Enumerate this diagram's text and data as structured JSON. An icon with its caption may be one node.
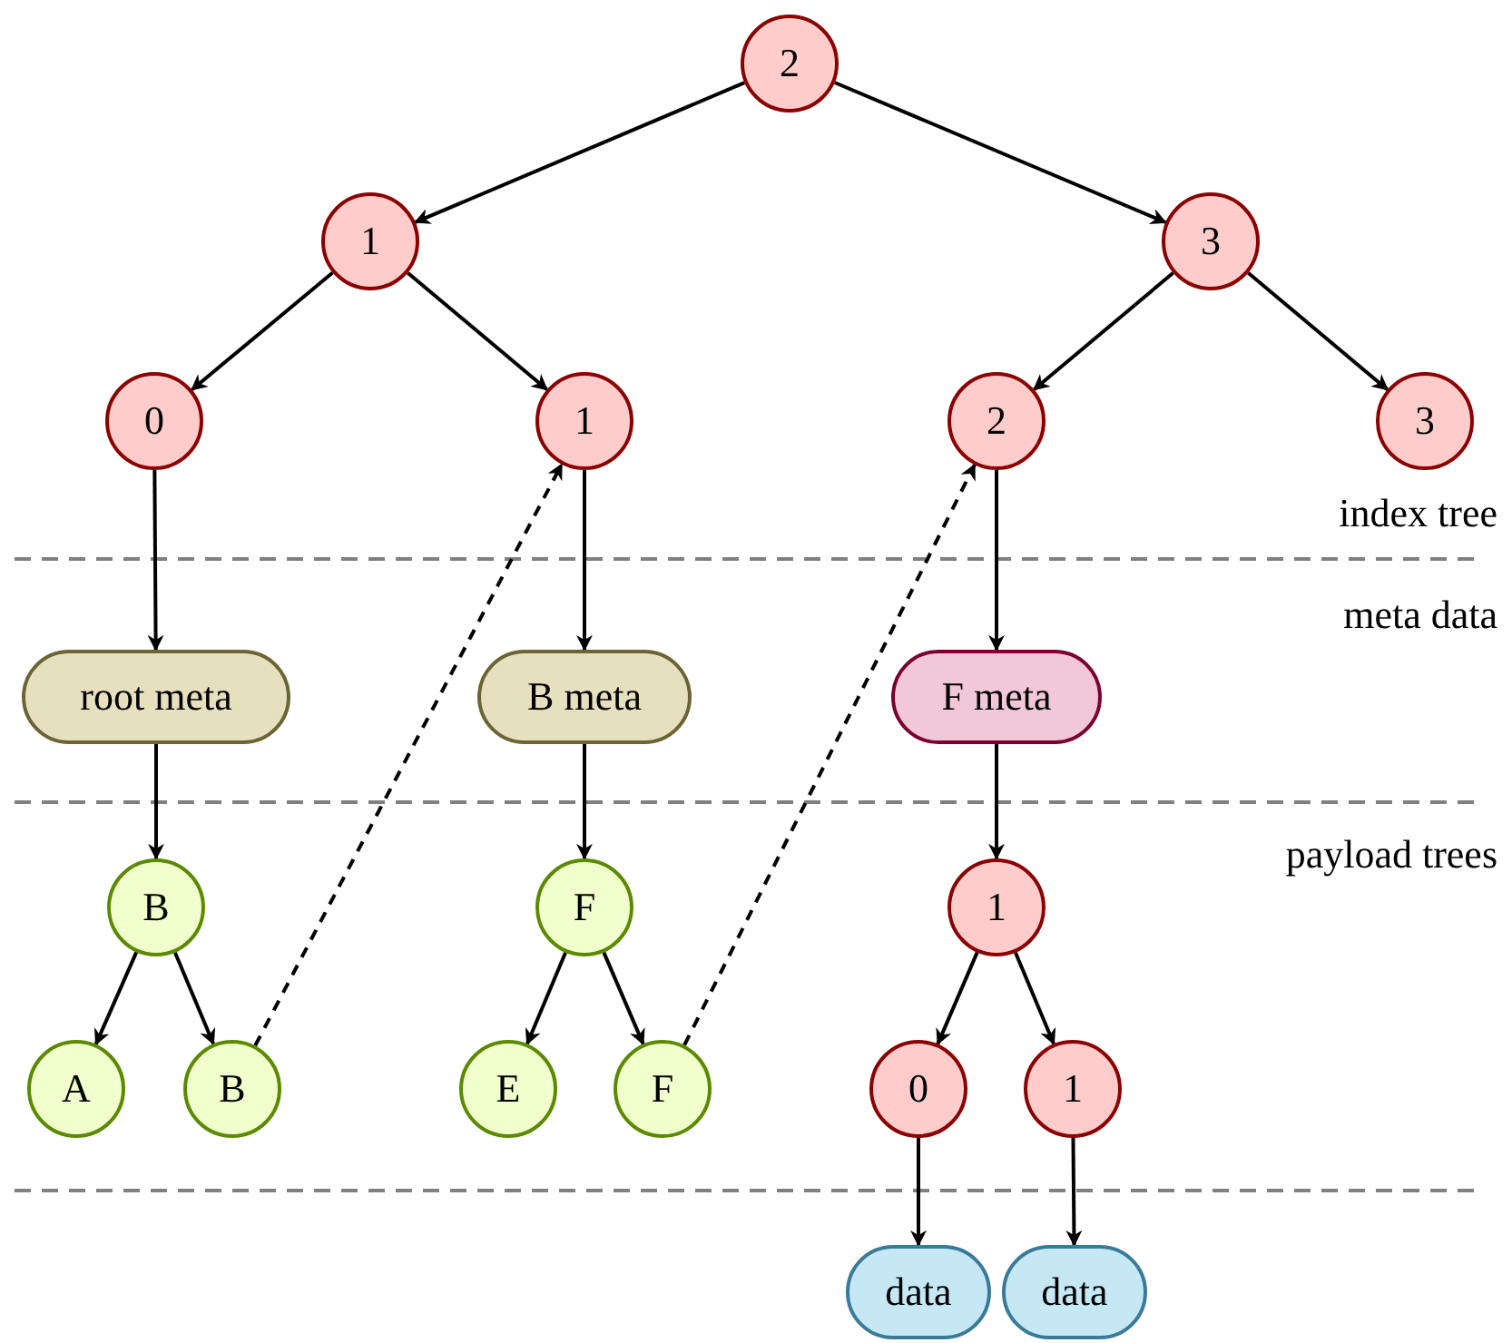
{
  "diagram": {
    "nodes": [
      {
        "text": [
          "2"
        ]
      },
      {
        "text": [
          "1"
        ]
      },
      {
        "text": [
          "3"
        ]
      },
      {
        "text": [
          "0"
        ]
      },
      {
        "text": [
          "1"
        ]
      },
      {
        "text": [
          "2"
        ]
      },
      {
        "text": [
          "3"
        ]
      },
      {
        "text": [
          "root meta"
        ]
      },
      {
        "text": [
          "B meta"
        ]
      },
      {
        "text": [
          "F meta"
        ]
      },
      {
        "text": [
          "B"
        ]
      },
      {
        "text": [
          "A"
        ]
      },
      {
        "text": [
          "B"
        ]
      },
      {
        "text": [
          "F"
        ]
      },
      {
        "text": [
          "E"
        ]
      },
      {
        "text": [
          "F"
        ]
      },
      {
        "text": [
          "1"
        ]
      },
      {
        "text": [
          "0"
        ]
      },
      {
        "text": [
          "1"
        ]
      },
      {
        "text": [
          "data"
        ]
      },
      {
        "text": [
          "data"
        ]
      }
    ],
    "edges": [
      {
        "from": 0,
        "to": 1,
        "arrow": "to"
      },
      {
        "from": 0,
        "to": 2,
        "arrow": "to"
      },
      {
        "from": 1,
        "to": 3,
        "arrow": "to"
      },
      {
        "from": 1,
        "to": 4,
        "arrow": "to"
      },
      {
        "from": 2,
        "to": 5,
        "arrow": "to"
      },
      {
        "from": 2,
        "to": 6,
        "arrow": "to"
      },
      {
        "from": 3,
        "to": 7,
        "arrow": "to"
      },
      {
        "from": 4,
        "to": 8,
        "arrow": "to"
      },
      {
        "from": 5,
        "to": 9,
        "arrow": "to"
      },
      {
        "from": 7,
        "to": 10,
        "arrow": "to"
      },
      {
        "from": 8,
        "to": 13,
        "arrow": "to"
      },
      {
        "from": 9,
        "to": 16,
        "arrow": "to"
      },
      {
        "from": 10,
        "to": 11,
        "arrow": "to"
      },
      {
        "from": 10,
        "to": 12,
        "arrow": "to"
      },
      {
        "from": 13,
        "to": 14,
        "arrow": "to"
      },
      {
        "from": 13,
        "to": 15,
        "arrow": "to"
      },
      {
        "from": 16,
        "to": 17,
        "arrow": "to"
      },
      {
        "from": 16,
        "to": 18,
        "arrow": "to"
      },
      {
        "from": 17,
        "to": 19,
        "arrow": "to"
      },
      {
        "from": 18,
        "to": 20,
        "arrow": "to"
      },
      {
        "from": 12,
        "to": 4,
        "arrow": "to",
        "style": "dashed"
      },
      {
        "from": 15,
        "to": 5,
        "arrow": "to",
        "style": "dashed"
      }
    ],
    "labels": [
      "index tree",
      "meta data",
      "payload trees"
    ]
  }
}
